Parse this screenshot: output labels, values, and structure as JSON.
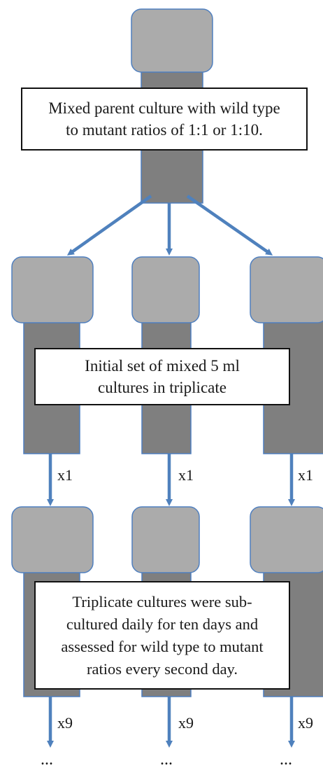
{
  "parent_box": {
    "line1": "Mixed parent culture with wild type",
    "line2": "to mutant ratios of 1:1 or 1:10."
  },
  "initial_box": {
    "line1": "Initial set of mixed 5 ml",
    "line2": "cultures in triplicate"
  },
  "sub_box": {
    "line1": "Triplicate cultures were sub-",
    "line2": "cultured daily for ten days and",
    "line3": "assessed for wild type to mutant",
    "line4": "ratios every second day."
  },
  "transfer_labels": {
    "first": "x1",
    "repeat": "x9"
  },
  "continuation": "...",
  "colors": {
    "cap": "#ababab",
    "body": "#7f7f7f",
    "outline": "#4f7fbf",
    "arrow": "#4f81bd"
  }
}
